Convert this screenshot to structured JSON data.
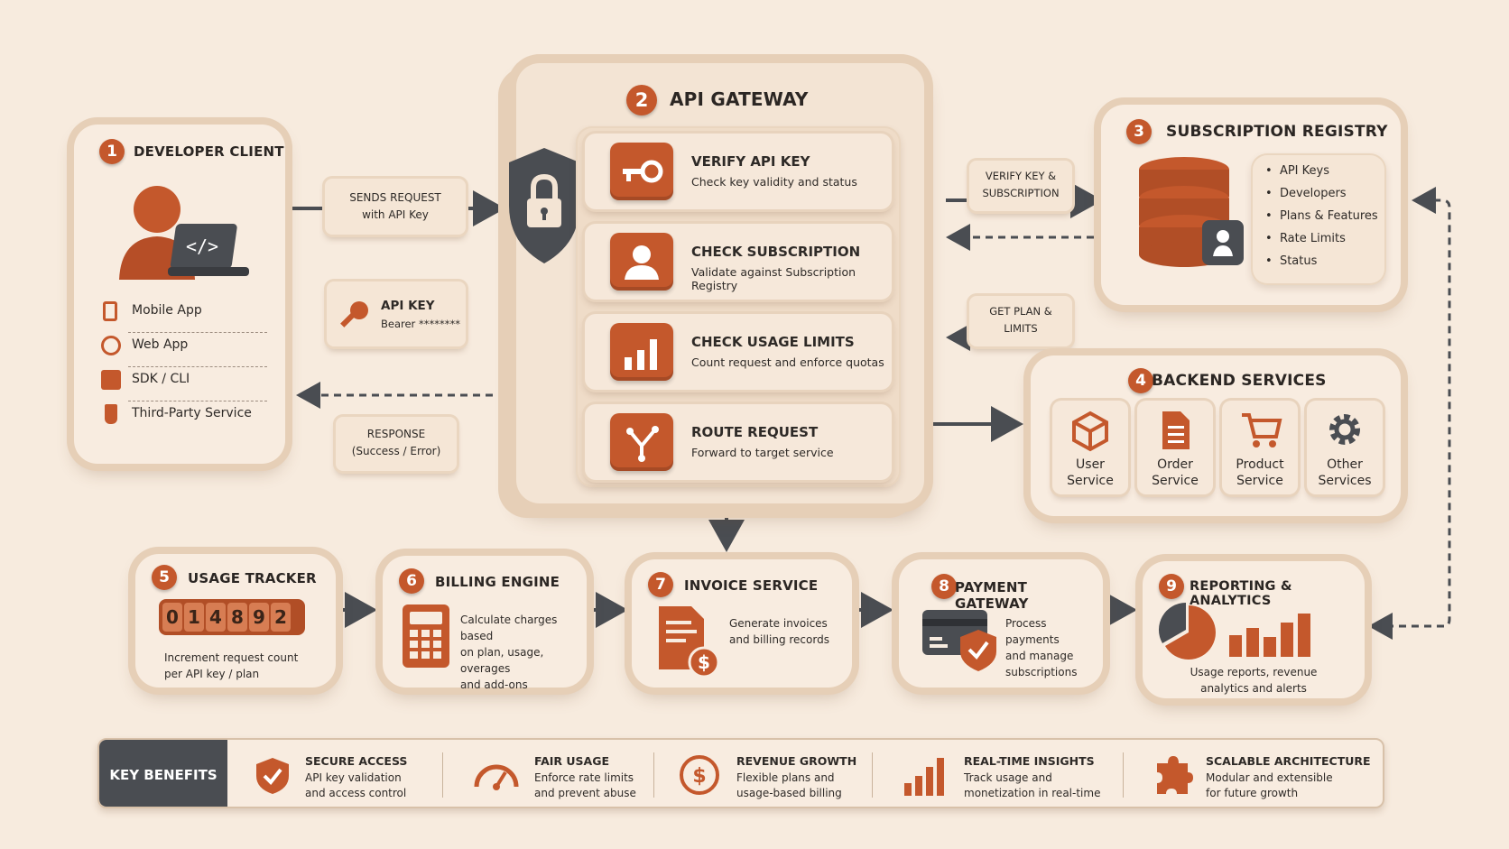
{
  "developer_client": {
    "number": "1",
    "title": "DEVELOPER CLIENT",
    "items": [
      "Mobile App",
      "Web App",
      "SDK / CLI",
      "Third-Party Service"
    ]
  },
  "request_label": {
    "line1": "SENDS REQUEST",
    "line2": "with API Key"
  },
  "api_key_label": {
    "title": "API KEY",
    "value": "Bearer ********"
  },
  "response_label": {
    "line1": "RESPONSE",
    "line2": "(Success / Error)"
  },
  "gateway": {
    "number": "2",
    "title": "API GATEWAY",
    "steps": [
      {
        "title": "VERIFY API KEY",
        "desc": "Check key validity and status"
      },
      {
        "title": "CHECK SUBSCRIPTION",
        "desc": "Validate against Subscription Registry"
      },
      {
        "title": "CHECK USAGE LIMITS",
        "desc": "Count request and enforce quotas"
      },
      {
        "title": "ROUTE REQUEST",
        "desc": "Forward to target service"
      }
    ]
  },
  "verify_label": {
    "line1": "VERIFY KEY &",
    "line2": "SUBSCRIPTION"
  },
  "plan_label": {
    "line1": "GET PLAN &",
    "line2": "LIMITS"
  },
  "registry": {
    "number": "3",
    "title": "SUBSCRIPTION REGISTRY",
    "items": [
      "API Keys",
      "Developers",
      "Plans & Features",
      "Rate Limits",
      "Status"
    ]
  },
  "backend": {
    "number": "4",
    "title": "BACKEND SERVICES",
    "services": [
      {
        "line1": "User",
        "line2": "Service"
      },
      {
        "line1": "Order",
        "line2": "Service"
      },
      {
        "line1": "Product",
        "line2": "Service"
      },
      {
        "line1": "Other",
        "line2": "Services"
      }
    ]
  },
  "usage_tracker": {
    "number": "5",
    "title": "USAGE TRACKER",
    "digits": [
      "0",
      "1",
      "4",
      "8",
      "9",
      "2"
    ],
    "desc1": "Increment request count",
    "desc2": "per API key / plan"
  },
  "billing": {
    "number": "6",
    "title": "BILLING ENGINE",
    "desc1": "Calculate charges based",
    "desc2": "on plan, usage, overages",
    "desc3": "and add-ons"
  },
  "invoice": {
    "number": "7",
    "title": "INVOICE SERVICE",
    "desc1": "Generate invoices",
    "desc2": "and billing records"
  },
  "payment": {
    "number": "8",
    "title": "PAYMENT GATEWAY",
    "desc1": "Process payments",
    "desc2": "and manage",
    "desc3": "subscriptions"
  },
  "reporting": {
    "number": "9",
    "title": "REPORTING & ANALYTICS",
    "desc1": "Usage reports, revenue",
    "desc2": "analytics and alerts"
  },
  "benefits": {
    "header": "KEY BENEFITS",
    "items": [
      {
        "title": "SECURE ACCESS",
        "line1": "API key validation",
        "line2": "and access control"
      },
      {
        "title": "FAIR USAGE",
        "line1": "Enforce rate limits",
        "line2": "and prevent abuse"
      },
      {
        "title": "REVENUE GROWTH",
        "line1": "Flexible plans and",
        "line2": "usage-based billing"
      },
      {
        "title": "REAL-TIME INSIGHTS",
        "line1": "Track usage and",
        "line2": "monetization in real-time"
      },
      {
        "title": "SCALABLE ARCHITECTURE",
        "line1": "Modular and extensible",
        "line2": "for future growth"
      }
    ]
  },
  "colors": {
    "accent": "#c4582c",
    "background": "#f7ebde",
    "dark": "#4a4d52"
  }
}
